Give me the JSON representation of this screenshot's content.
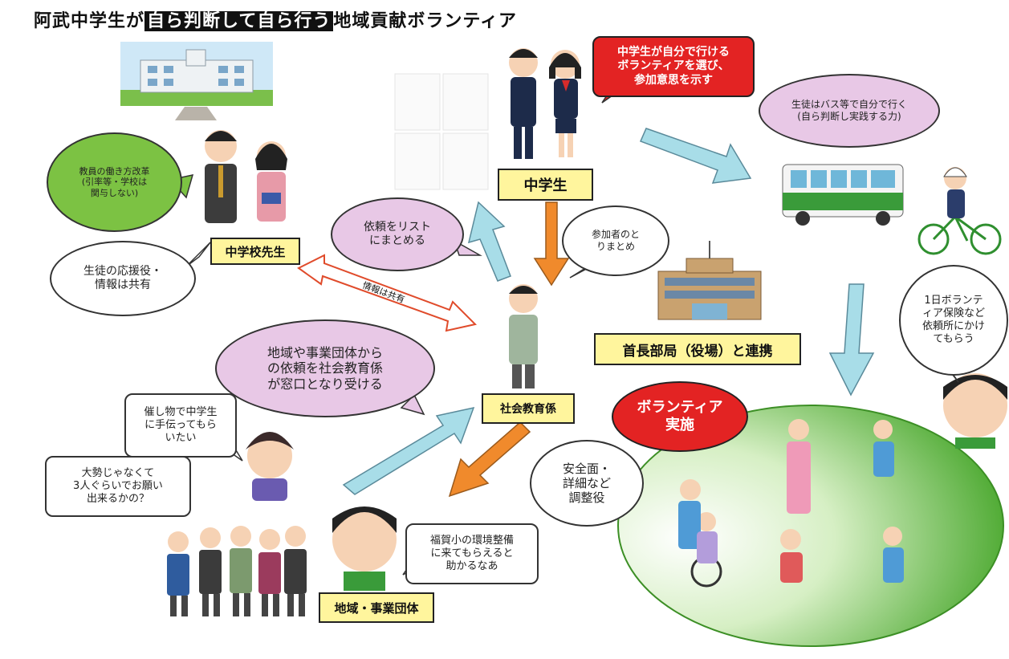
{
  "title": {
    "before": "阿武中学生が",
    "highlight": "自ら判断して自ら行う",
    "after": "地域貢献ボランティア"
  },
  "boxes": {
    "students": "中学生",
    "teachers": "中学校先生",
    "social_education": "社会教育係",
    "town_hall": "首長部局（役場）と連携",
    "community": "地域・事業団体"
  },
  "bubbles": {
    "students_choose": "中学生が自分で行ける\nボランティアを選び、\n参加意思を示す",
    "bus": "生徒はバス等で自分で行く\n(自ら判断し実践する力)",
    "teacher_reform": "教員の働き方改革\n(引率等・学校は\n関与しない)",
    "teacher_support": "生徒の応援役・\n情報は共有",
    "list_requests": "依頼をリスト\nにまとめる",
    "coordinate_participants": "参加者のと\nりまとめ",
    "insurance": "1日ボランテ\nィア保険など\n依頼所にかけ\nてもらう",
    "community_requests": "地域や事業団体から\nの依頼を社会教育係\nが窓口となり受ける",
    "event_help": "催し物で中学生\nに手伝ってもら\nいたい",
    "small_group": "大勢じゃなくて\n3人ぐらいでお願い\n出来るかの？",
    "safety": "安全面・\n詳細など\n調整役",
    "school_environment": "福賀小の環境整備\nに来てもらえると\n助かるなあ"
  },
  "labels": {
    "info_shared": "情報は共有",
    "volunteer_event": "ボランティア\n実施"
  },
  "colors": {
    "box_yellow": "#fff59d",
    "bubble_pink": "#e8c8e6",
    "bubble_green": "#7cc243",
    "bubble_red": "#e32323",
    "arrow_blue": "#a8dde8",
    "arrow_orange": "#f08a2c",
    "field_green": "#5cb536"
  },
  "icons": [
    "school-building-icon",
    "students-icon",
    "teachers-icon",
    "staff-member-icon",
    "bus-icon",
    "cyclist-icon",
    "town-hall-icon",
    "community-people-icon",
    "volunteer-activity-icon"
  ]
}
